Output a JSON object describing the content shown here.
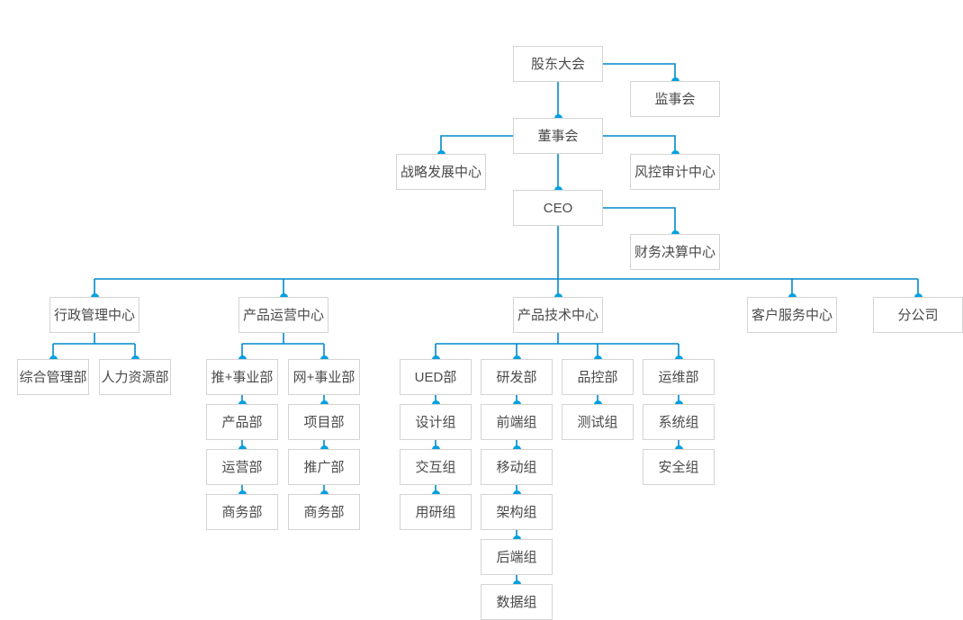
{
  "meta": {
    "title": "公司组织架构图",
    "line_color": "#0089cc",
    "dot_color": "#00a0e0",
    "node_border_color": "#d4d4d4",
    "node_text_color": "#4a4a4a",
    "background": "#ffffff"
  },
  "nodes": {
    "shareholders": "股东大会",
    "supervisors": "监事会",
    "board": "董事会",
    "strategy_center": "战略发展中心",
    "risk_audit_center": "风控审计中心",
    "ceo": "CEO",
    "finance_center": "财务决算中心",
    "admin_center": "行政管理中心",
    "product_ops_center": "产品运营中心",
    "product_tech_center": "产品技术中心",
    "customer_service_center": "客户服务中心",
    "branch_company": "分公司",
    "general_admin_dept": "综合管理部",
    "hr_dept": "人力资源部",
    "tui_bu": "推+事业部",
    "product_dept": "产品部",
    "operations_dept": "运营部",
    "business_dept_1": "商务部",
    "wang_bu": "网+事业部",
    "project_dept": "项目部",
    "promotion_dept": "推广部",
    "business_dept_2": "商务部",
    "ued_dept": "UED部",
    "design_group": "设计组",
    "interaction_group": "交互组",
    "user_research_group": "用研组",
    "rd_dept": "研发部",
    "frontend_group": "前端组",
    "mobile_group": "移动组",
    "architecture_group": "架构组",
    "backend_group": "后端组",
    "data_group": "数据组",
    "qa_dept": "品控部",
    "test_group": "测试组",
    "ops_dept": "运维部",
    "system_group": "系统组",
    "security_group": "安全组"
  },
  "hierarchy": {
    "root": "shareholders",
    "edges": [
      {
        "from": "shareholders",
        "to": "supervisors",
        "style": "elbow-right"
      },
      {
        "from": "shareholders",
        "to": "board",
        "style": "vertical"
      },
      {
        "from": "board",
        "to": "strategy_center",
        "style": "elbow-left"
      },
      {
        "from": "board",
        "to": "risk_audit_center",
        "style": "elbow-right"
      },
      {
        "from": "board",
        "to": "ceo",
        "style": "vertical"
      },
      {
        "from": "ceo",
        "to": "finance_center",
        "style": "elbow-right"
      },
      {
        "from": "ceo",
        "to": "admin_center",
        "style": "trunk"
      },
      {
        "from": "ceo",
        "to": "product_ops_center",
        "style": "trunk"
      },
      {
        "from": "ceo",
        "to": "product_tech_center",
        "style": "trunk"
      },
      {
        "from": "ceo",
        "to": "customer_service_center",
        "style": "trunk"
      },
      {
        "from": "ceo",
        "to": "branch_company",
        "style": "trunk"
      },
      {
        "from": "admin_center",
        "to": "general_admin_dept",
        "style": "fork"
      },
      {
        "from": "admin_center",
        "to": "hr_dept",
        "style": "fork"
      },
      {
        "from": "product_ops_center",
        "to": "tui_bu",
        "style": "fork"
      },
      {
        "from": "product_ops_center",
        "to": "wang_bu",
        "style": "fork"
      },
      {
        "from": "tui_bu",
        "to": "product_dept",
        "style": "chain"
      },
      {
        "from": "product_dept",
        "to": "operations_dept",
        "style": "chain"
      },
      {
        "from": "operations_dept",
        "to": "business_dept_1",
        "style": "chain"
      },
      {
        "from": "wang_bu",
        "to": "project_dept",
        "style": "chain"
      },
      {
        "from": "project_dept",
        "to": "promotion_dept",
        "style": "chain"
      },
      {
        "from": "promotion_dept",
        "to": "business_dept_2",
        "style": "chain"
      },
      {
        "from": "product_tech_center",
        "to": "ued_dept",
        "style": "fork"
      },
      {
        "from": "product_tech_center",
        "to": "rd_dept",
        "style": "fork"
      },
      {
        "from": "product_tech_center",
        "to": "qa_dept",
        "style": "fork"
      },
      {
        "from": "product_tech_center",
        "to": "ops_dept",
        "style": "fork"
      },
      {
        "from": "ued_dept",
        "to": "design_group",
        "style": "chain"
      },
      {
        "from": "design_group",
        "to": "interaction_group",
        "style": "chain"
      },
      {
        "from": "interaction_group",
        "to": "user_research_group",
        "style": "chain"
      },
      {
        "from": "rd_dept",
        "to": "frontend_group",
        "style": "chain"
      },
      {
        "from": "frontend_group",
        "to": "mobile_group",
        "style": "chain"
      },
      {
        "from": "mobile_group",
        "to": "architecture_group",
        "style": "chain"
      },
      {
        "from": "architecture_group",
        "to": "backend_group",
        "style": "chain"
      },
      {
        "from": "backend_group",
        "to": "data_group",
        "style": "chain"
      },
      {
        "from": "qa_dept",
        "to": "test_group",
        "style": "chain"
      },
      {
        "from": "ops_dept",
        "to": "system_group",
        "style": "chain"
      },
      {
        "from": "system_group",
        "to": "security_group",
        "style": "chain"
      }
    ]
  }
}
